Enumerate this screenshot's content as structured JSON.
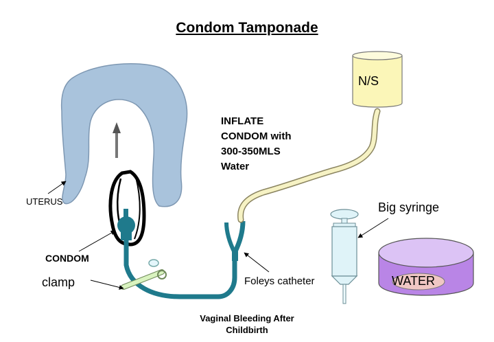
{
  "title": "Condom Tamponade",
  "labels": {
    "ns": "N/S",
    "inflate_lines": [
      "INFLATE",
      "CONDOM with",
      "300-350MLS",
      "Water"
    ],
    "big_syringe": "Big syringe",
    "water": "WATER",
    "uterus": "UTERUS",
    "condom": "CONDOM",
    "clamp": "clamp",
    "foleys": "Foleys catheter",
    "caption_lines": [
      "Vaginal Bleeding After",
      "Childbirth"
    ]
  },
  "colors": {
    "uterus_fill": "#a9c3dc",
    "uterus_stroke": "#7d97b2",
    "catheter": "#1f7a8c",
    "tube_fill": "#f6f2c4",
    "bag_fill": "#fbf6b8",
    "syringe_fill": "#dff3f8",
    "water_top": "#dcc3f5",
    "water_side": "#b985e6",
    "clamp_fill": "#d9f3bf"
  }
}
